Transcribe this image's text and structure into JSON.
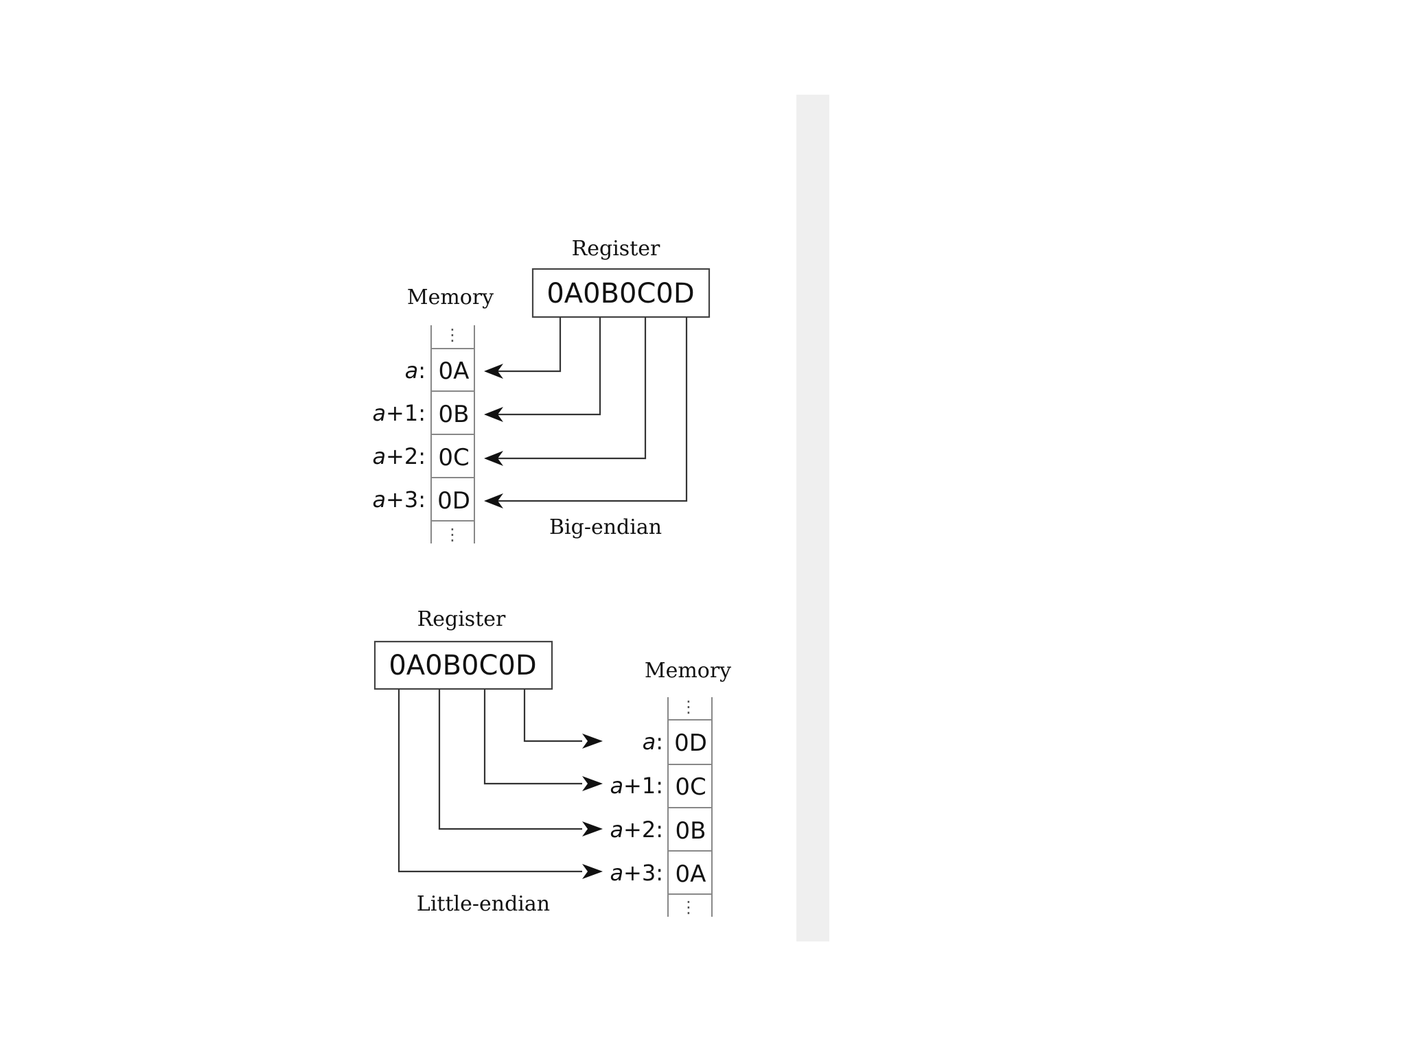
{
  "big_endian": {
    "caption": "Big-endian",
    "register": {
      "label": "Register",
      "value": "0A0B0C0D"
    },
    "memory": {
      "label": "Memory",
      "ellipsis": "⋮",
      "rows": [
        {
          "var": "a",
          "offset": ":",
          "value": "0A"
        },
        {
          "var": "a",
          "offset": "+1:",
          "value": "0B"
        },
        {
          "var": "a",
          "offset": "+2:",
          "value": "0C"
        },
        {
          "var": "a",
          "offset": "+3:",
          "value": "0D"
        }
      ]
    }
  },
  "little_endian": {
    "caption": "Little-endian",
    "register": {
      "label": "Register",
      "value": "0A0B0C0D"
    },
    "memory": {
      "label": "Memory",
      "ellipsis": "⋮",
      "rows": [
        {
          "var": "a",
          "offset": ":",
          "value": "0D"
        },
        {
          "var": "a",
          "offset": "+1:",
          "value": "0C"
        },
        {
          "var": "a",
          "offset": "+2:",
          "value": "0B"
        },
        {
          "var": "a",
          "offset": "+3:",
          "value": "0A"
        }
      ]
    }
  },
  "colors": {
    "background": "#ffffff",
    "side_strip": "#efefef",
    "ink": "#111111",
    "grid": "#888888"
  }
}
